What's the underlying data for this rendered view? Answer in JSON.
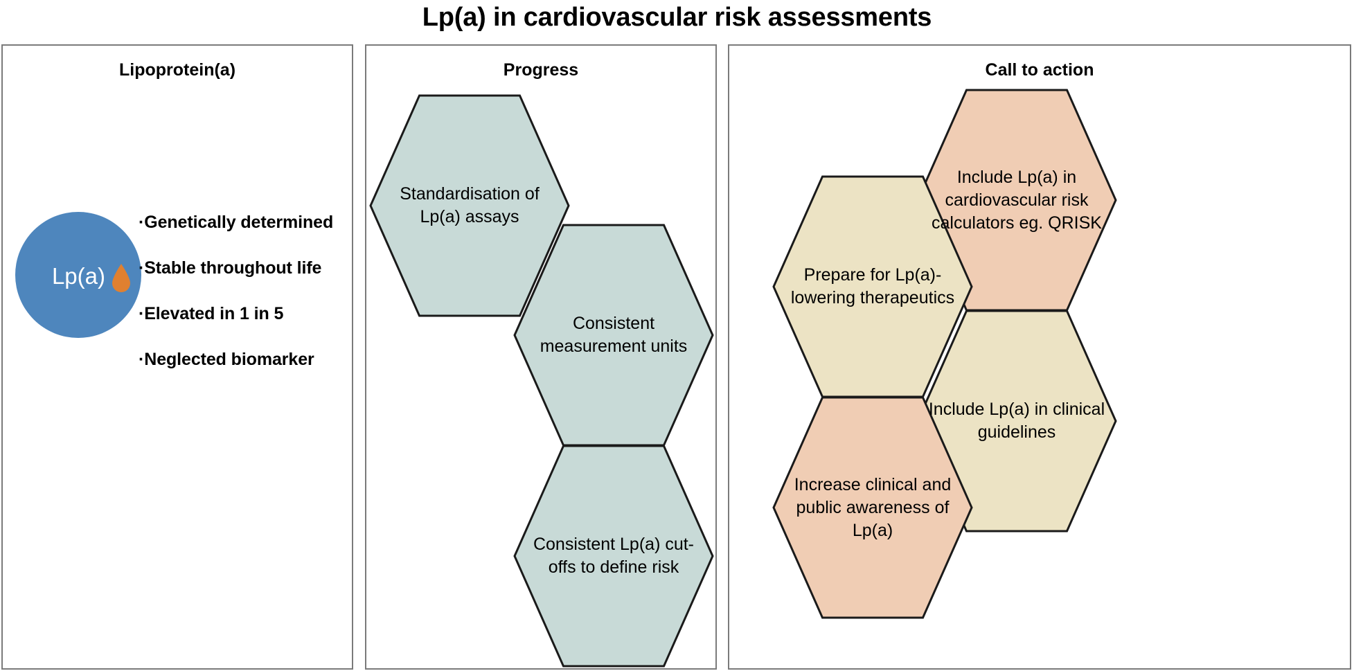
{
  "title": "Lp(a) in cardiovascular risk assessments",
  "colors": {
    "panel_border": "#7a7a7a",
    "hex_outline": "#1a1a1a",
    "bubble_blue": "#4e86bd",
    "droplet_orange": "#e08030",
    "progress_hex_fill": "#c8dad7",
    "call_peach_fill": "#f0cdb4",
    "call_cream_fill": "#ece3c4",
    "text": "#000000"
  },
  "panels": [
    {
      "id": "lipoprotein",
      "title": "Lipoprotein(a)",
      "bubble": {
        "label": "Lp(a)",
        "icon": "blood-droplet-icon"
      },
      "bullets": [
        {
          "marker": "·",
          "text": "Genetically determined"
        },
        {
          "marker": "·",
          "text": "Stable throughout life"
        },
        {
          "marker": "·",
          "text": "Elevated in 1 in 5"
        },
        {
          "marker": "·",
          "text": "Neglected biomarker"
        }
      ]
    },
    {
      "id": "progress",
      "title": "Progress",
      "hexagons": [
        {
          "text": "Standardisation of Lp(a) assays",
          "fill": "#c8dad7"
        },
        {
          "text": "Consistent measurement units",
          "fill": "#c8dad7"
        },
        {
          "text": "Consistent Lp(a) cut-offs to define risk",
          "fill": "#c8dad7"
        }
      ]
    },
    {
      "id": "call-to-action",
      "title": "Call to action",
      "hexagons": [
        {
          "text": "Include Lp(a) in cardiovascular risk calculators eg. QRISK",
          "fill": "#f0cdb4"
        },
        {
          "text": "Prepare for Lp(a)-lowering therapeutics",
          "fill": "#ece3c4"
        },
        {
          "text": "Include Lp(a) in clinical guidelines",
          "fill": "#ece3c4"
        },
        {
          "text": "Increase clinical and public awareness of Lp(a)",
          "fill": "#f0cdb4"
        }
      ]
    }
  ]
}
